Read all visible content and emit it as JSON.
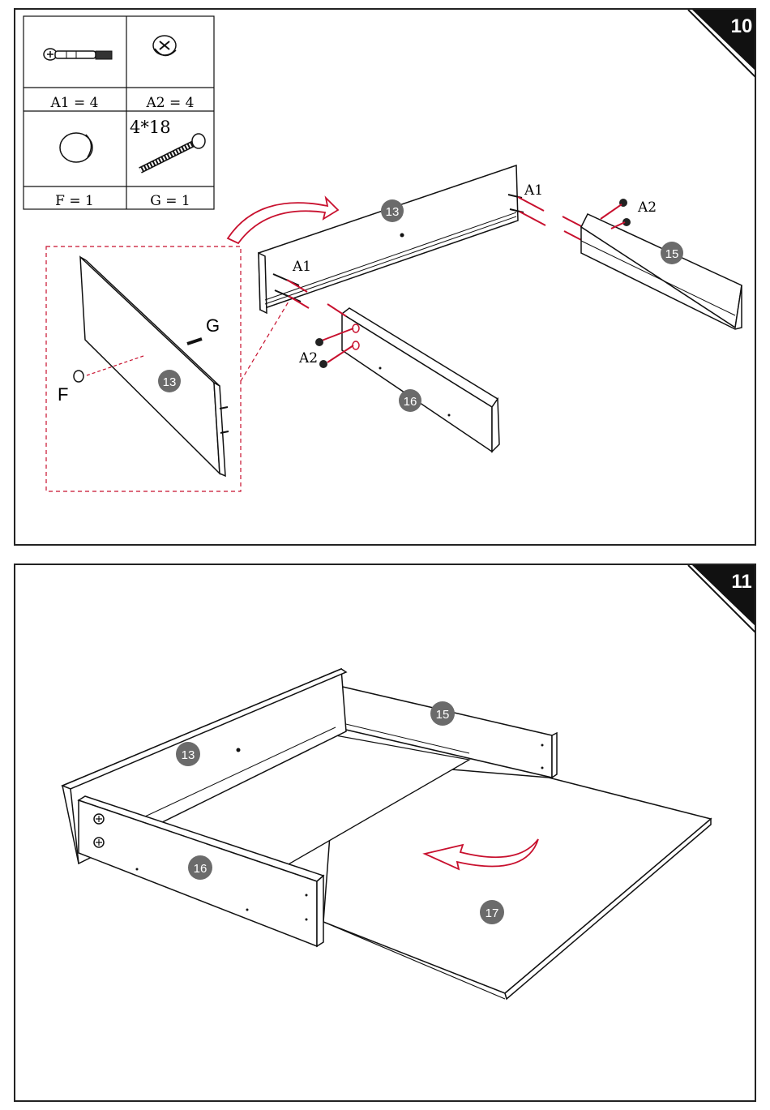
{
  "steps": [
    {
      "number": "10",
      "parts_table": [
        {
          "icon": "cam-bolt-icon",
          "label": "A1 = 4"
        },
        {
          "icon": "cam-lock-icon",
          "label": "A2 = 4"
        },
        {
          "icon": "knob-icon",
          "label": "F = 1",
          "extra": ""
        },
        {
          "icon": "screw-icon",
          "label": "G = 1",
          "extra": "4*18"
        }
      ],
      "callouts": {
        "a1_right": "A1",
        "a2_right": "A2",
        "a1_left": "A1",
        "a2_left": "A2",
        "g": "G",
        "f": "F"
      },
      "parts": [
        "13",
        "13",
        "15",
        "16"
      ]
    },
    {
      "number": "11",
      "parts": [
        "13",
        "15",
        "16",
        "17"
      ]
    }
  ],
  "colors": {
    "line": "#111111",
    "accent_red": "#c8102e",
    "badge": "#6b6b6b"
  }
}
